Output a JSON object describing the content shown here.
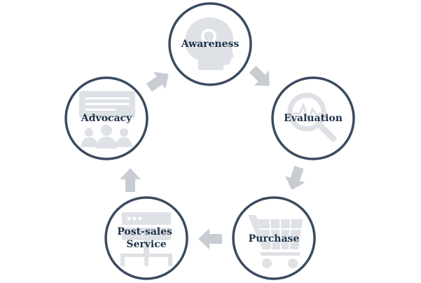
{
  "colors": {
    "ring": "#3b4b5e",
    "icon": "#dee1e5",
    "arrow": "#c7cdd3",
    "text": "#1f3249"
  },
  "stages": [
    {
      "id": "awareness",
      "label_lines": [
        "Awareness"
      ],
      "icon": "head-lightbulb-icon"
    },
    {
      "id": "evaluation",
      "label_lines": [
        "Evaluation"
      ],
      "icon": "magnifier-chart-icon"
    },
    {
      "id": "purchase",
      "label_lines": [
        "Purchase"
      ],
      "icon": "shopping-cart-icon"
    },
    {
      "id": "post-sales",
      "label_lines": [
        "Post-sales",
        "Service"
      ],
      "icon": "server-network-icon"
    },
    {
      "id": "advocacy",
      "label_lines": [
        "Advocacy"
      ],
      "icon": "chat-people-icon"
    }
  ],
  "flow": [
    {
      "from": "awareness",
      "to": "evaluation"
    },
    {
      "from": "evaluation",
      "to": "purchase"
    },
    {
      "from": "purchase",
      "to": "post-sales"
    },
    {
      "from": "post-sales",
      "to": "advocacy"
    },
    {
      "from": "advocacy",
      "to": "awareness"
    }
  ]
}
